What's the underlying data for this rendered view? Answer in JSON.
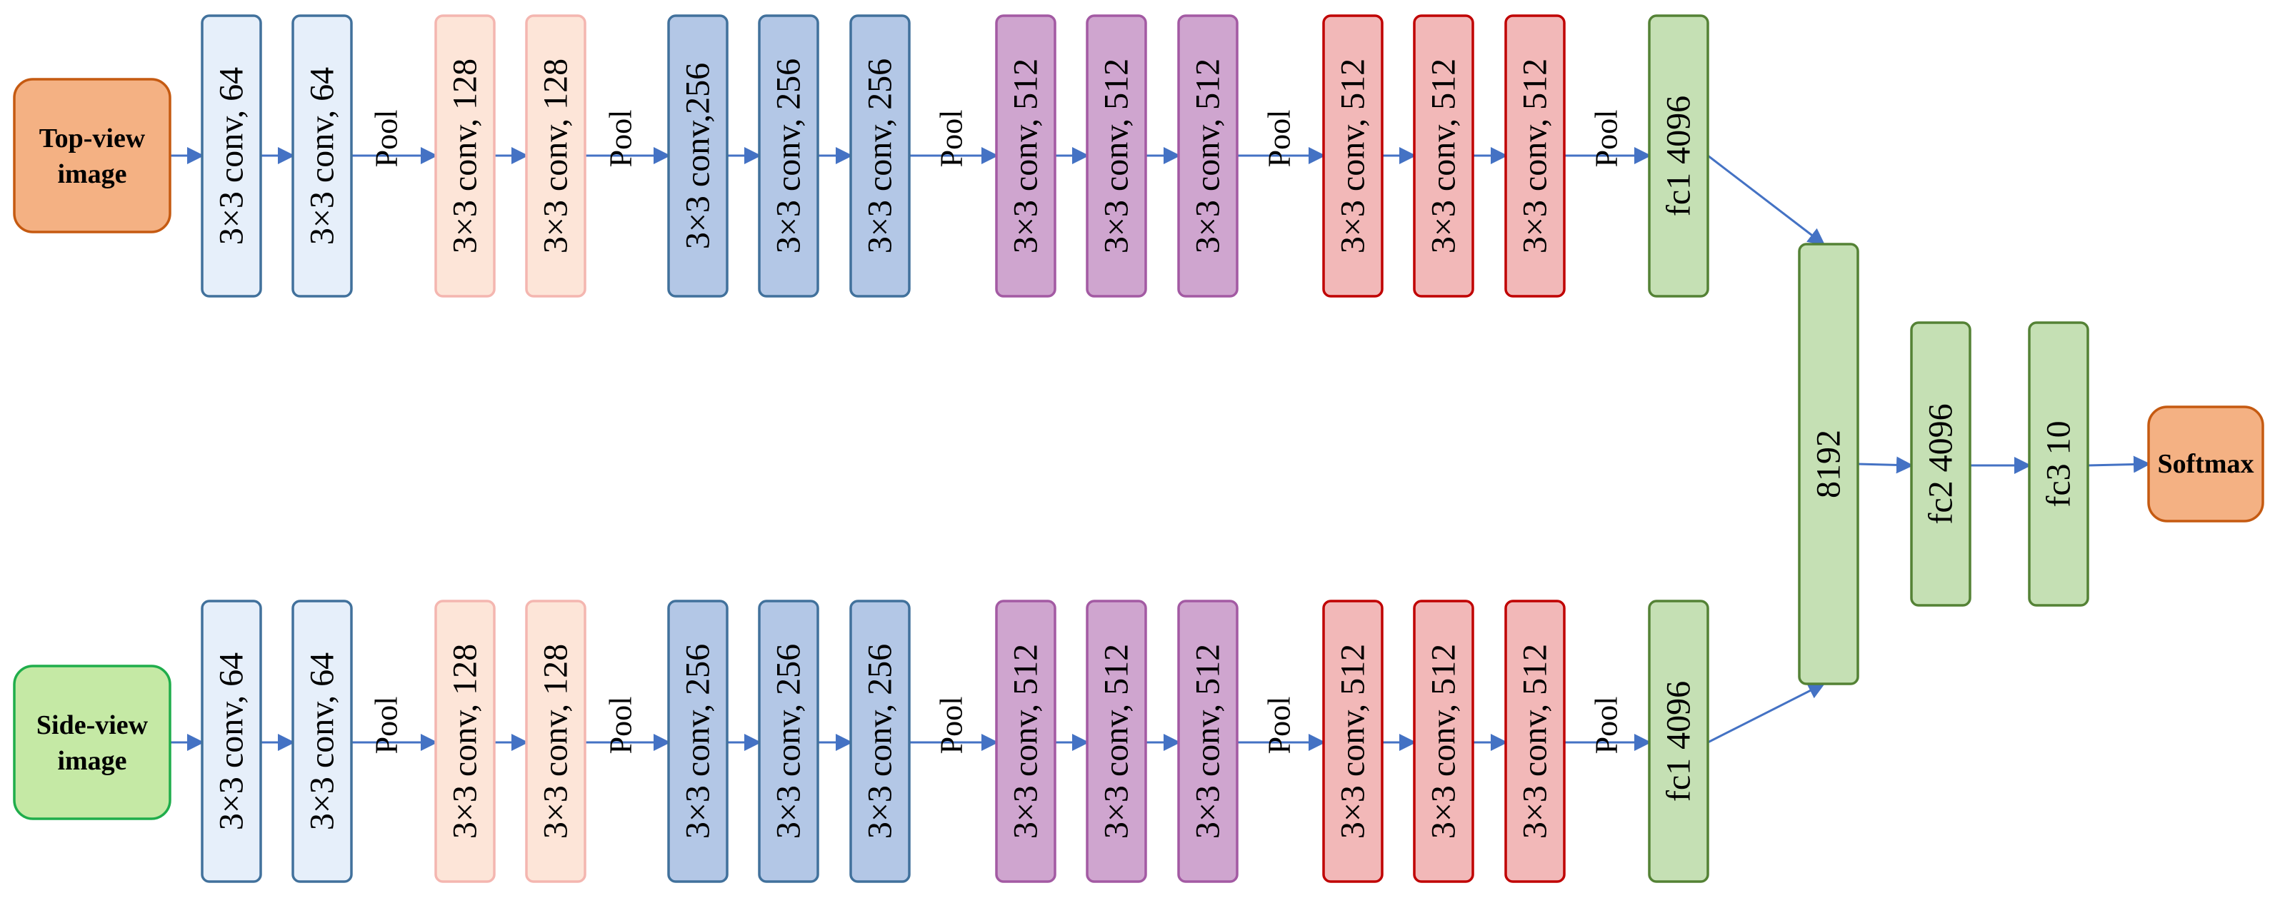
{
  "colors": {
    "arrow": "#4472c4",
    "block1": {
      "fill": "#e6effa",
      "stroke": "#41719c"
    },
    "block2": {
      "fill": "#fde5d8",
      "stroke": "#f4b6b0"
    },
    "block3": {
      "fill": "#b3c7e6",
      "stroke": "#41719c"
    },
    "block4": {
      "fill": "#cfa5cf",
      "stroke": "#a35aa3"
    },
    "block5": {
      "fill": "#f2b8b8",
      "stroke": "#c00000"
    },
    "fc": {
      "fill": "#c5e0b4",
      "stroke": "#548235"
    },
    "top_input": {
      "fill": "#f4b183",
      "stroke": "#c55a11"
    },
    "side_input": {
      "fill": "#c5e9a5",
      "stroke": "#1fad4b"
    },
    "softmax": {
      "fill": "#f4b183",
      "stroke": "#c55a11"
    }
  },
  "top_branch": {
    "input_label_line1": "Top-view",
    "input_label_line2": "image",
    "layers": [
      "3×3 conv, 64",
      "3×3 conv, 64",
      "Pool",
      "3×3 conv, 128",
      "3×3 conv, 128",
      "Pool",
      "3×3 conv,256",
      "3×3 conv, 256",
      "3×3 conv, 256",
      "Pool",
      "3×3 conv, 512",
      "3×3 conv, 512",
      "3×3 conv, 512",
      "Pool",
      "3×3 conv, 512",
      "3×3 conv, 512",
      "3×3 conv, 512",
      "Pool",
      "fc1 4096"
    ]
  },
  "side_branch": {
    "input_label_line1": "Side-view",
    "input_label_line2": "image",
    "layers": [
      "3×3 conv, 64",
      "3×3 conv, 64",
      "Pool",
      "3×3 conv, 128",
      "3×3 conv, 128",
      "Pool",
      "3×3 conv, 256",
      "3×3 conv, 256",
      "3×3 conv, 256",
      "Pool",
      "3×3 conv, 512",
      "3×3 conv, 512",
      "3×3 conv, 512",
      "Pool",
      "3×3 conv, 512",
      "3×3 conv, 512",
      "3×3 conv, 512",
      "Pool",
      "fc1 4096"
    ]
  },
  "merge": {
    "concat_label": "8192",
    "fc2_label": "fc2 4096",
    "fc3_label": "fc3 10",
    "output_label": "Softmax"
  }
}
